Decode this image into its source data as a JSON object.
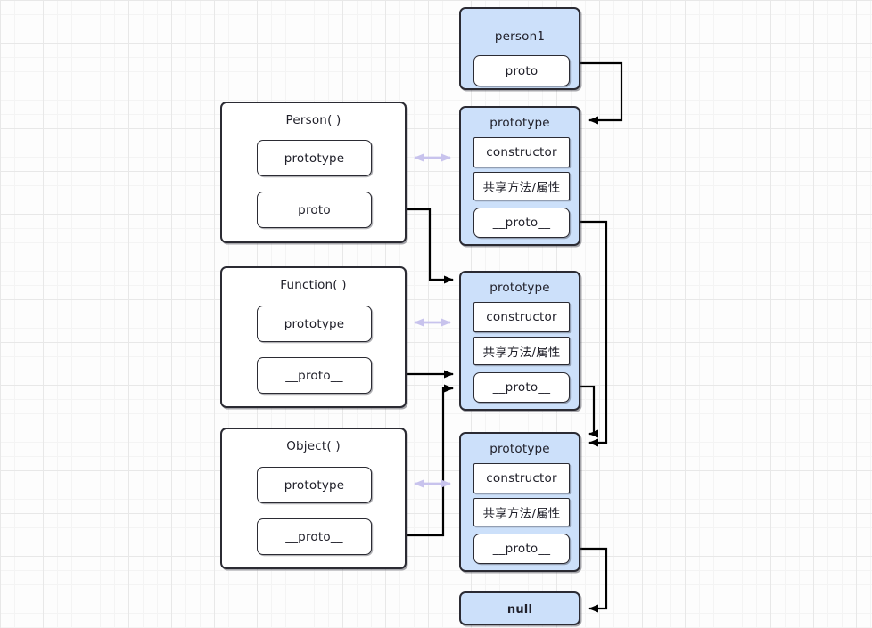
{
  "diagram": {
    "title": "JavaScript prototype chain diagram",
    "colors": {
      "node_fill_blue": "#cce0fa",
      "node_fill_white": "#ffffff",
      "node_stroke": "#2b2b33",
      "arrow_black": "#000000",
      "arrow_lavender": "#c8c3ed",
      "grid_minor": "#f4f4f4",
      "grid_major": "#e8e8e8",
      "background": "#fdfdfd"
    },
    "nodes": {
      "person1": {
        "title": "person1",
        "slots": [
          {
            "label": "__proto__"
          }
        ]
      },
      "person_prototype": {
        "title": "prototype",
        "slots": [
          {
            "label": "constructor"
          },
          {
            "label": "共享方法/属性"
          },
          {
            "label": "__proto__"
          }
        ]
      },
      "person_ctor": {
        "title": "Person( )",
        "slots": [
          {
            "label": "prototype"
          },
          {
            "label": "__proto__"
          }
        ]
      },
      "function_ctor": {
        "title": "Function( )",
        "slots": [
          {
            "label": "prototype"
          },
          {
            "label": "__proto__"
          }
        ]
      },
      "function_prototype": {
        "title": "prototype",
        "slots": [
          {
            "label": "constructor"
          },
          {
            "label": "共享方法/属性"
          },
          {
            "label": "__proto__"
          }
        ]
      },
      "object_ctor": {
        "title": "Object( )",
        "slots": [
          {
            "label": "prototype"
          },
          {
            "label": "__proto__"
          }
        ]
      },
      "object_prototype": {
        "title": "prototype",
        "slots": [
          {
            "label": "constructor"
          },
          {
            "label": "共享方法/属性"
          },
          {
            "label": "__proto__"
          }
        ]
      },
      "null_node": {
        "title": "null"
      }
    }
  }
}
